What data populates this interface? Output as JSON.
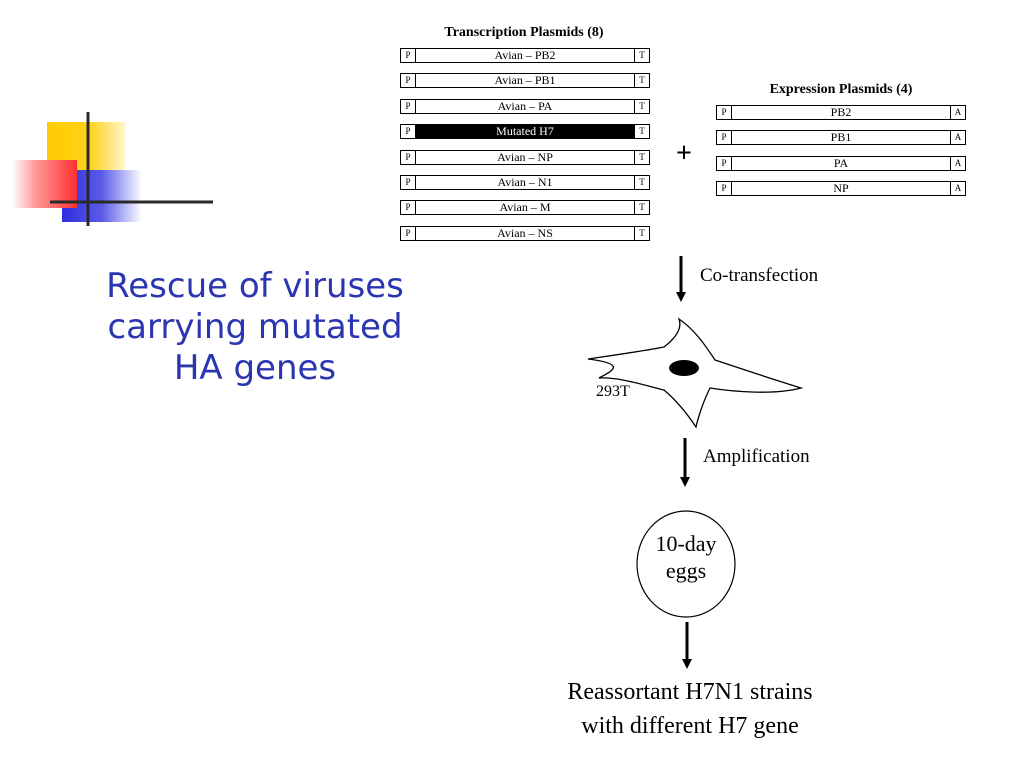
{
  "slide": {
    "title_lines": [
      "Rescue of viruses",
      "carrying mutated",
      "HA genes"
    ]
  },
  "transcription": {
    "title": "Transcription Plasmids (8)",
    "left_cap": "P",
    "right_cap": "T",
    "rows": [
      {
        "gene": "Avian – PB2",
        "highlighted": false
      },
      {
        "gene": "Avian – PB1",
        "highlighted": false
      },
      {
        "gene": "Avian – PA",
        "highlighted": false
      },
      {
        "gene": "Mutated H7",
        "highlighted": true
      },
      {
        "gene": "Avian – NP",
        "highlighted": false
      },
      {
        "gene": "Avian – N1",
        "highlighted": false
      },
      {
        "gene": "Avian – M",
        "highlighted": false
      },
      {
        "gene": "Avian – NS",
        "highlighted": false
      }
    ]
  },
  "expression": {
    "title": "Expression Plasmids (4)",
    "left_cap": "P",
    "right_cap": "A",
    "rows": [
      {
        "gene": "PB2"
      },
      {
        "gene": "PB1"
      },
      {
        "gene": "PA"
      },
      {
        "gene": "NP"
      }
    ]
  },
  "plus_symbol": "+",
  "steps": {
    "cotransfection": "Co-transfection",
    "cell_line": "293T",
    "amplification": "Amplification",
    "eggs_lines": [
      "10-day",
      "eggs"
    ],
    "result_lines": [
      "Reassortant H7N1 strains",
      "with different H7 gene"
    ]
  },
  "colors": {
    "title_blue": "#2b35b0",
    "logo_yellow": "#ffcc00",
    "logo_red": "#ff3b3b",
    "logo_blue": "#2d2de0",
    "logo_line": "#2a2a2a"
  }
}
